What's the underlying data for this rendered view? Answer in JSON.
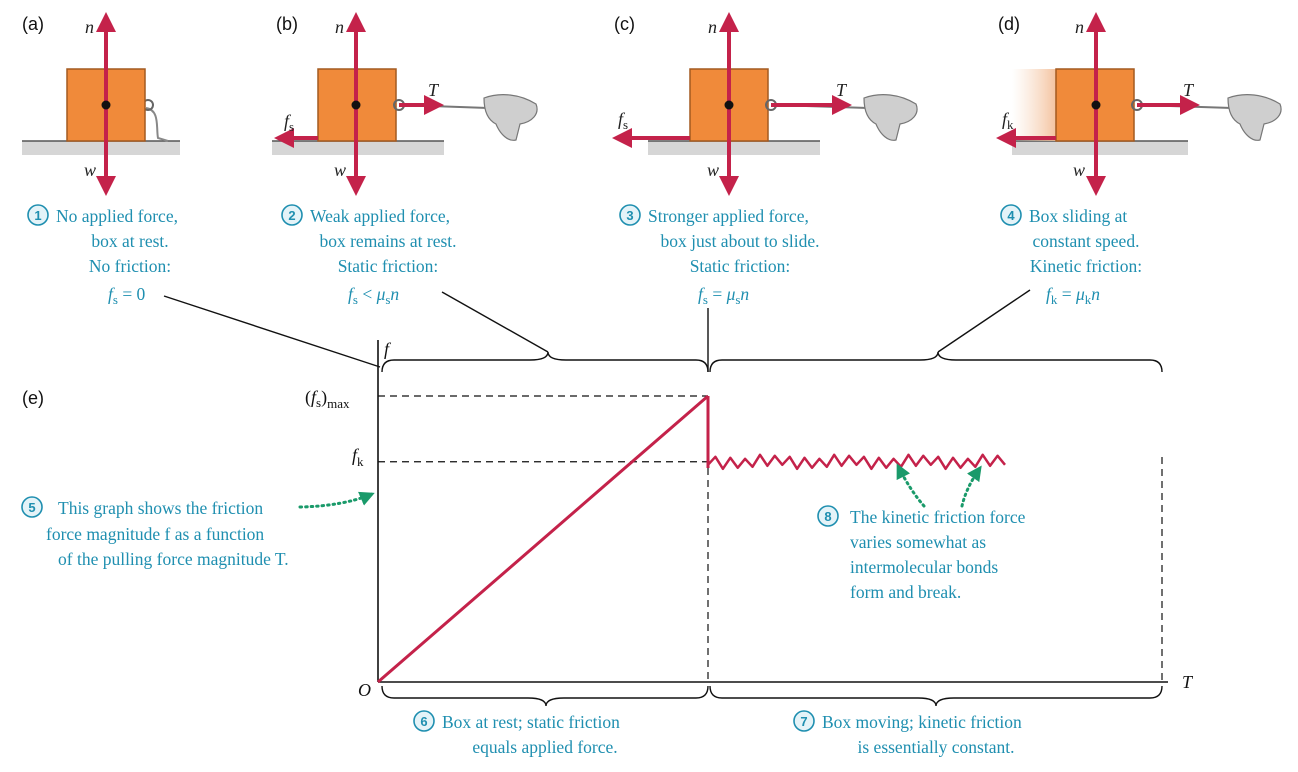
{
  "panels": [
    {
      "label": "(a)",
      "n": "n",
      "w": "w",
      "T": "",
      "f": "",
      "fsub": ""
    },
    {
      "label": "(b)",
      "n": "n",
      "w": "w",
      "T": "T",
      "f": "f",
      "fsub": "s"
    },
    {
      "label": "(c)",
      "n": "n",
      "w": "w",
      "T": "T",
      "f": "f",
      "fsub": "s"
    },
    {
      "label": "(d)",
      "n": "n",
      "w": "w",
      "T": "T",
      "f": "f",
      "fsub": "k"
    }
  ],
  "captions": [
    {
      "num": "1",
      "lines": [
        "No applied force,",
        "box at rest.",
        "No friction:"
      ]
    },
    {
      "num": "2",
      "lines": [
        "Weak applied force,",
        "box remains at rest.",
        "Static friction:"
      ]
    },
    {
      "num": "3",
      "lines": [
        "Stronger applied force,",
        "box just about to slide.",
        "Static friction:"
      ]
    },
    {
      "num": "4",
      "lines": [
        "Box sliding at",
        "constant speed.",
        "Kinetic friction:"
      ]
    }
  ],
  "relations": [
    "= 0",
    "<",
    "=",
    "="
  ],
  "graph": {
    "label": "(e)",
    "f_axis": "f",
    "t_axis": "T",
    "origin": "O",
    "fs_max_label": "max",
    "fk_label": "k"
  },
  "notes": [
    {
      "num": "5",
      "lines": [
        "This graph shows the friction",
        "force magnitude f as a function",
        "of the pulling force magnitude T."
      ]
    },
    {
      "num": "6",
      "lines": [
        "Box at rest; static friction",
        "equals applied force."
      ]
    },
    {
      "num": "7",
      "lines": [
        "Box moving; kinetic friction",
        "is essentially constant."
      ]
    },
    {
      "num": "8",
      "lines": [
        "The kinetic friction force",
        "varies somewhat as",
        "intermolecular bonds",
        "form and break."
      ]
    }
  ],
  "colors": {
    "vector": "#c4224a",
    "box": "#f08a3a",
    "caption": "#1f8fb0",
    "note_arrow": "#1a9a6a",
    "ground": "#9a9a9a"
  },
  "chart_data": {
    "type": "line",
    "series": [
      {
        "segment": "static",
        "x": [
          0,
          1
        ],
        "y": [
          0,
          1.0
        ]
      },
      {
        "segment": "kinetic",
        "x": [
          1,
          1.9
        ],
        "y": [
          0.77,
          0.77
        ]
      }
    ],
    "xlim": [
      0,
      2
    ],
    "ylim": [
      0,
      1.0
    ]
  }
}
